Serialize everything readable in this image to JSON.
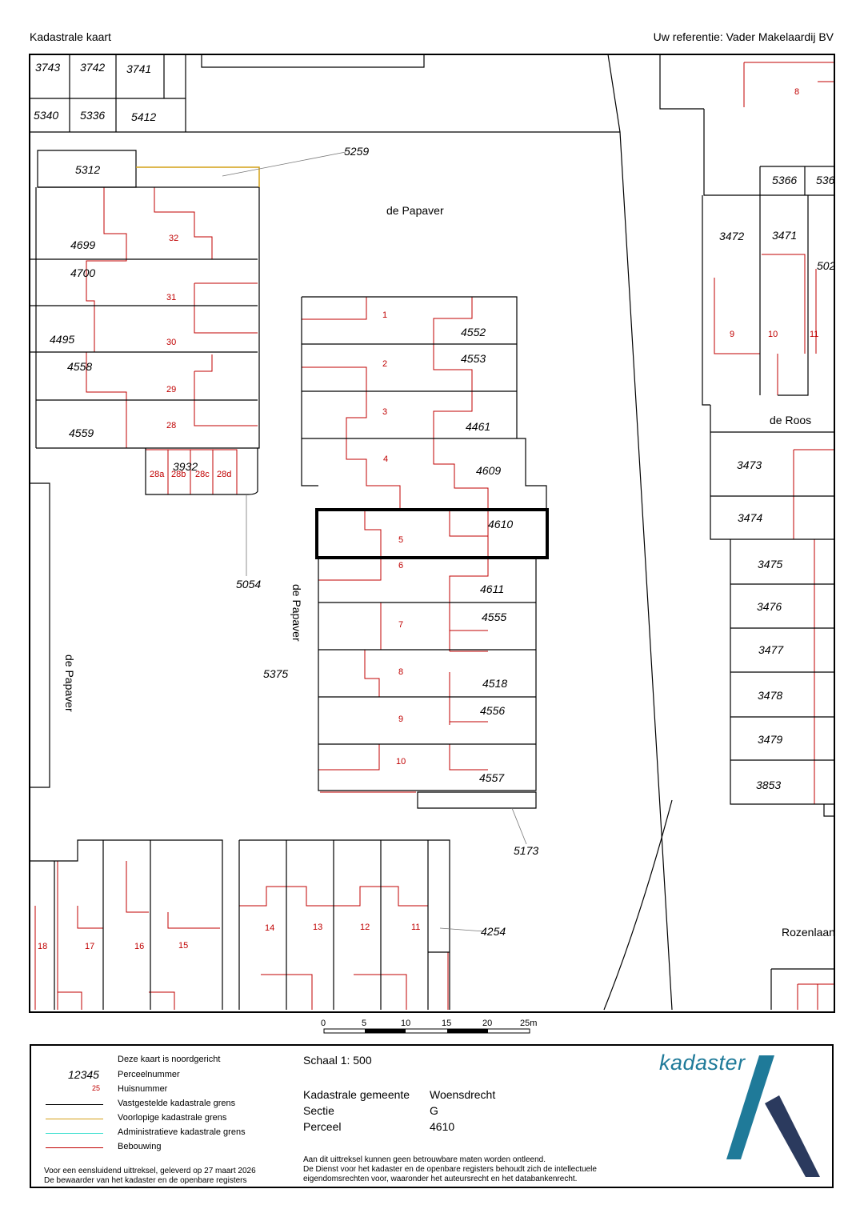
{
  "header": {
    "title": "Kadastrale kaart",
    "reference": "Uw referentie: Vader Makelaardij BV"
  },
  "map": {
    "parcels": [
      "3743",
      "3742",
      "3741",
      "5340",
      "5336",
      "5412",
      "5312",
      "5259",
      "4699",
      "4700",
      "4495",
      "4558",
      "4559",
      "3932",
      "5054",
      "5375",
      "4552",
      "4553",
      "4461",
      "4609",
      "4610",
      "4611",
      "4555",
      "4518",
      "4556",
      "4557",
      "5173",
      "4254",
      "5366",
      "536",
      "3472",
      "3471",
      "502",
      "3473",
      "3474",
      "3475",
      "3476",
      "3477",
      "3478",
      "3479",
      "3853"
    ],
    "house_numbers": [
      "8",
      "32",
      "31",
      "30",
      "29",
      "28",
      "28a",
      "28b",
      "28c",
      "28d",
      "1",
      "2",
      "3",
      "4",
      "5",
      "6",
      "7",
      "8",
      "9",
      "10",
      "9",
      "10",
      "11",
      "18",
      "17",
      "16",
      "15",
      "14",
      "13",
      "12",
      "11"
    ],
    "streets": [
      "de Papaver",
      "de Papaver",
      "de Papaver",
      "de Roos",
      "Rozenlaan"
    ],
    "selected_parcel": "4610"
  },
  "scalebar": {
    "ticks": [
      "0",
      "5",
      "10",
      "15",
      "20",
      "25m"
    ]
  },
  "legend": {
    "north": "Deze kaart is noordgericht",
    "sample_parcel": "12345",
    "sample_parcel_label": "Perceelnummer",
    "sample_house": "25",
    "sample_house_label": "Huisnummer",
    "line_fixed": "Vastgestelde kadastrale grens",
    "line_provisional": "Voorlopige kadastrale grens",
    "line_admin": "Administratieve kadastrale grens",
    "line_building": "Bebouwing",
    "excerpt_note_1": "Voor een eensluidend uittreksel, geleverd op 27 maart 2026",
    "excerpt_note_2": "De bewaarder van het kadaster en de openbare registers",
    "scale": "Schaal 1: 500",
    "gemeente_label": "Kadastrale gemeente",
    "gemeente_value": "Woensdrecht",
    "sectie_label": "Sectie",
    "sectie_value": "G",
    "perceel_label": "Perceel",
    "perceel_value": "4610",
    "disclaimer_1": "Aan dit uittreksel kunnen geen betrouwbare maten worden ontleend.",
    "disclaimer_2": "De Dienst voor het kadaster en de openbare registers behoudt zich de intellectuele",
    "disclaimer_3": "eigendomsrechten voor, waaronder het auteursrecht en het databankenrecht.",
    "brand": "kadaster"
  },
  "colors": {
    "boundary": "#000000",
    "provisional": "#d4a017",
    "administrative": "#40e0d0",
    "building": "#c00000",
    "brand_teal": "#1f7a99",
    "brand_navy": "#2b3a5e"
  }
}
